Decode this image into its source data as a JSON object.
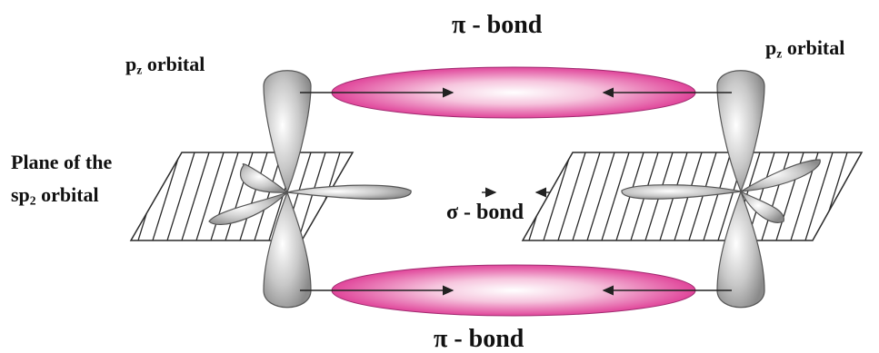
{
  "labels": {
    "pi_bond_top": "π - bond",
    "pi_bond_bottom": "π - bond",
    "sigma_bond": "σ - bond",
    "pz_left_prefix": "p",
    "pz_left_sub": "z",
    "pz_left_suffix": " orbital",
    "pz_right_prefix": "p",
    "pz_right_sub": "z",
    "pz_right_suffix": " orbital",
    "plane_line1": "Plane of the",
    "plane_line2_prefix": "sp",
    "plane_line2_sub": "2",
    "plane_line2_suffix": " orbital"
  },
  "colors": {
    "pi_bond_fill": "#e0459a",
    "orbital_fill": "#9a9a9a",
    "plane_stroke": "#2a2a2a"
  }
}
